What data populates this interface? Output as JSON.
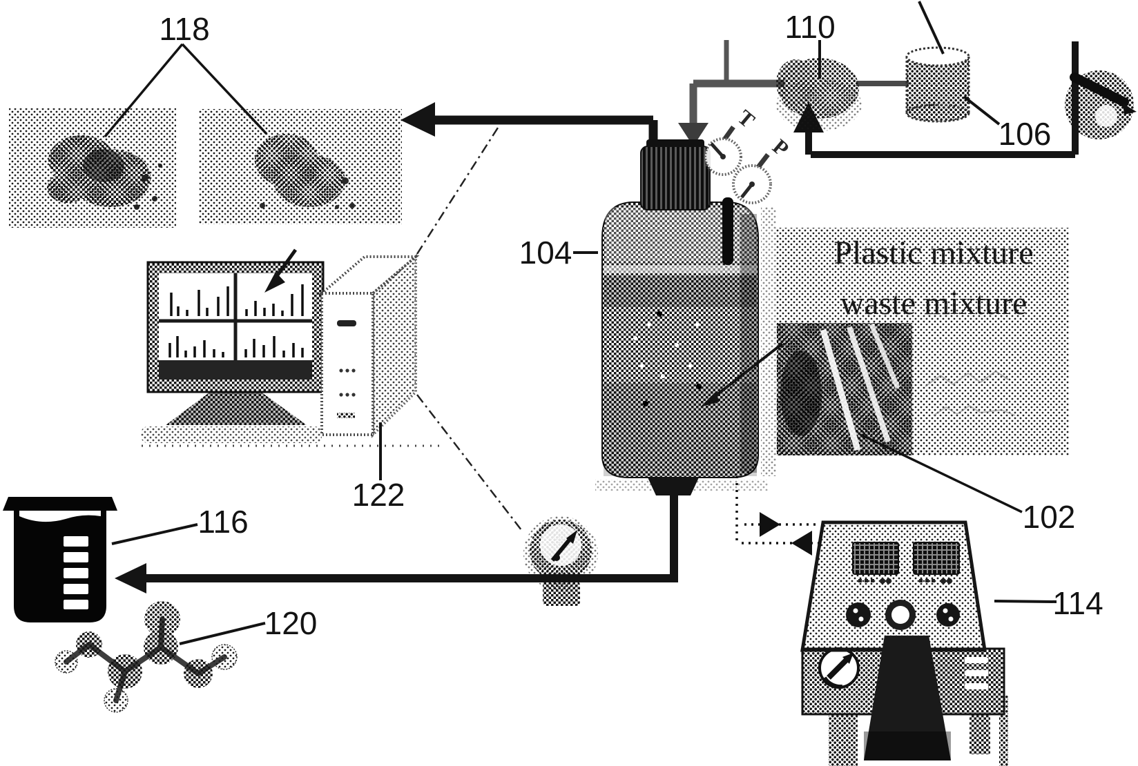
{
  "reference_labels": {
    "plastic_waste": "102",
    "reactor": "104",
    "canister": "106",
    "pump": "110",
    "granulator": "114",
    "beaker": "116",
    "sample_images": "118",
    "molecule": "120",
    "computer": "122"
  },
  "waste_panel": {
    "title_line1": "Plastic mixture",
    "title_line2": "waste mixture"
  },
  "reactor_sensors": {
    "temperature_label": "T",
    "pressure_label": "P"
  },
  "colors": {
    "ink": "#131313",
    "paper": "#ffffff"
  }
}
